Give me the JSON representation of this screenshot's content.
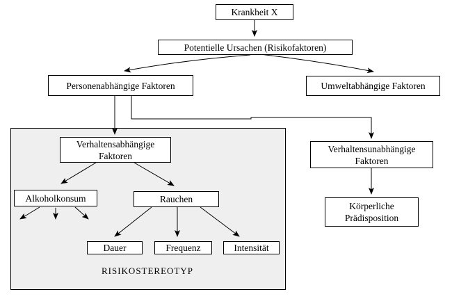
{
  "diagram": {
    "nodes": {
      "krankheit": "Krankheit X",
      "ursachen": "Potentielle Ursachen (Risikofaktoren)",
      "personen": "Personenabhängige Faktoren",
      "umwelt": "Umweltabhängige Faktoren",
      "verhaltensabh": "Verhaltensabhängige Faktoren",
      "alkohol": "Alkoholkonsum",
      "rauchen": "Rauchen",
      "dauer": "Dauer",
      "frequenz": "Frequenz",
      "intensitaet": "Intensität",
      "verhaltensunabh": "Verhaltensunabhängige Faktoren",
      "koerperlich": "Körperliche Prädisposition",
      "risikostereotyp": "RISIKOSTEREOTYP"
    },
    "colors": {
      "background": "#ffffff",
      "box_fill": "#ffffff",
      "box_border": "#000000",
      "group_fill": "#efefef",
      "line": "#000000"
    }
  }
}
